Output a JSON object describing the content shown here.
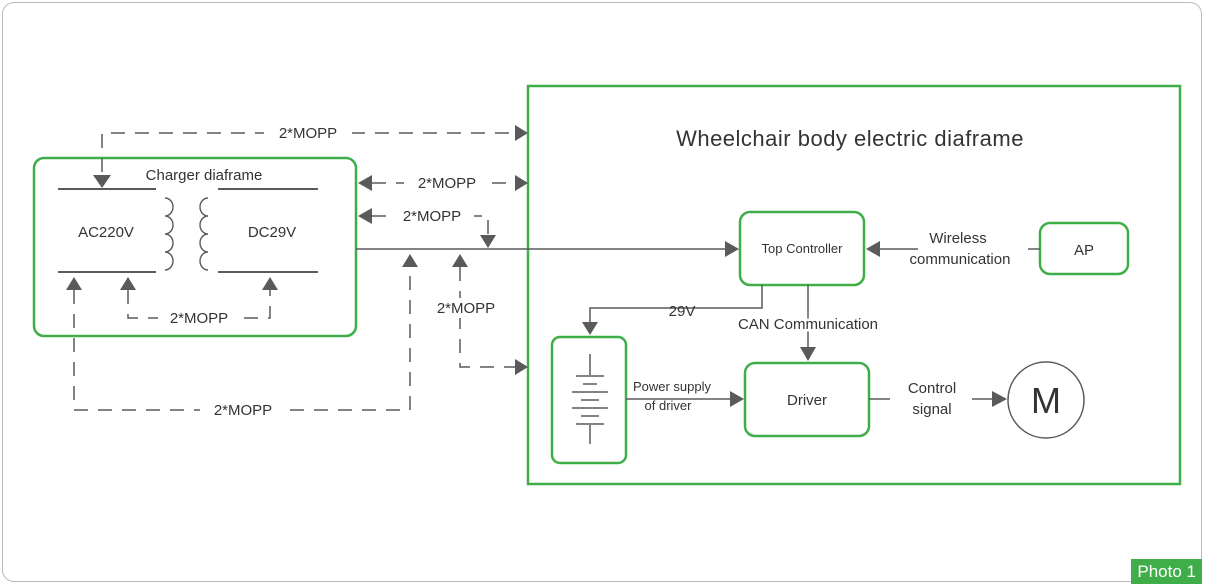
{
  "labels": {
    "wheelchair_title": "Wheelchair body electric diaframe",
    "charger_title": "Charger diaframe",
    "ac_side": "AC220V",
    "dc_side": "DC29V",
    "mopp_top": "2*MOPP",
    "mopp_mid": "2*MOPP",
    "mopp_signal": "2*MOPP",
    "mopp_inner": "2*MOPP",
    "mopp_vertical": "2*MOPP",
    "mopp_bottom": "2*MOPP",
    "top_controller": "Top Controller",
    "wireless_line1": "Wireless",
    "wireless_line2": "communication",
    "ap": "AP",
    "v29": "29V",
    "can": "CAN Communication",
    "power_line1": "Power supply",
    "power_line2": "of driver",
    "driver": "Driver",
    "control_line1": "Control",
    "control_line2": "signal",
    "motor": "M"
  },
  "photo_label": "Photo 1",
  "colors": {
    "accent_green": "#3fae49",
    "line_gray": "#5a5a5a",
    "text": "#333333"
  }
}
